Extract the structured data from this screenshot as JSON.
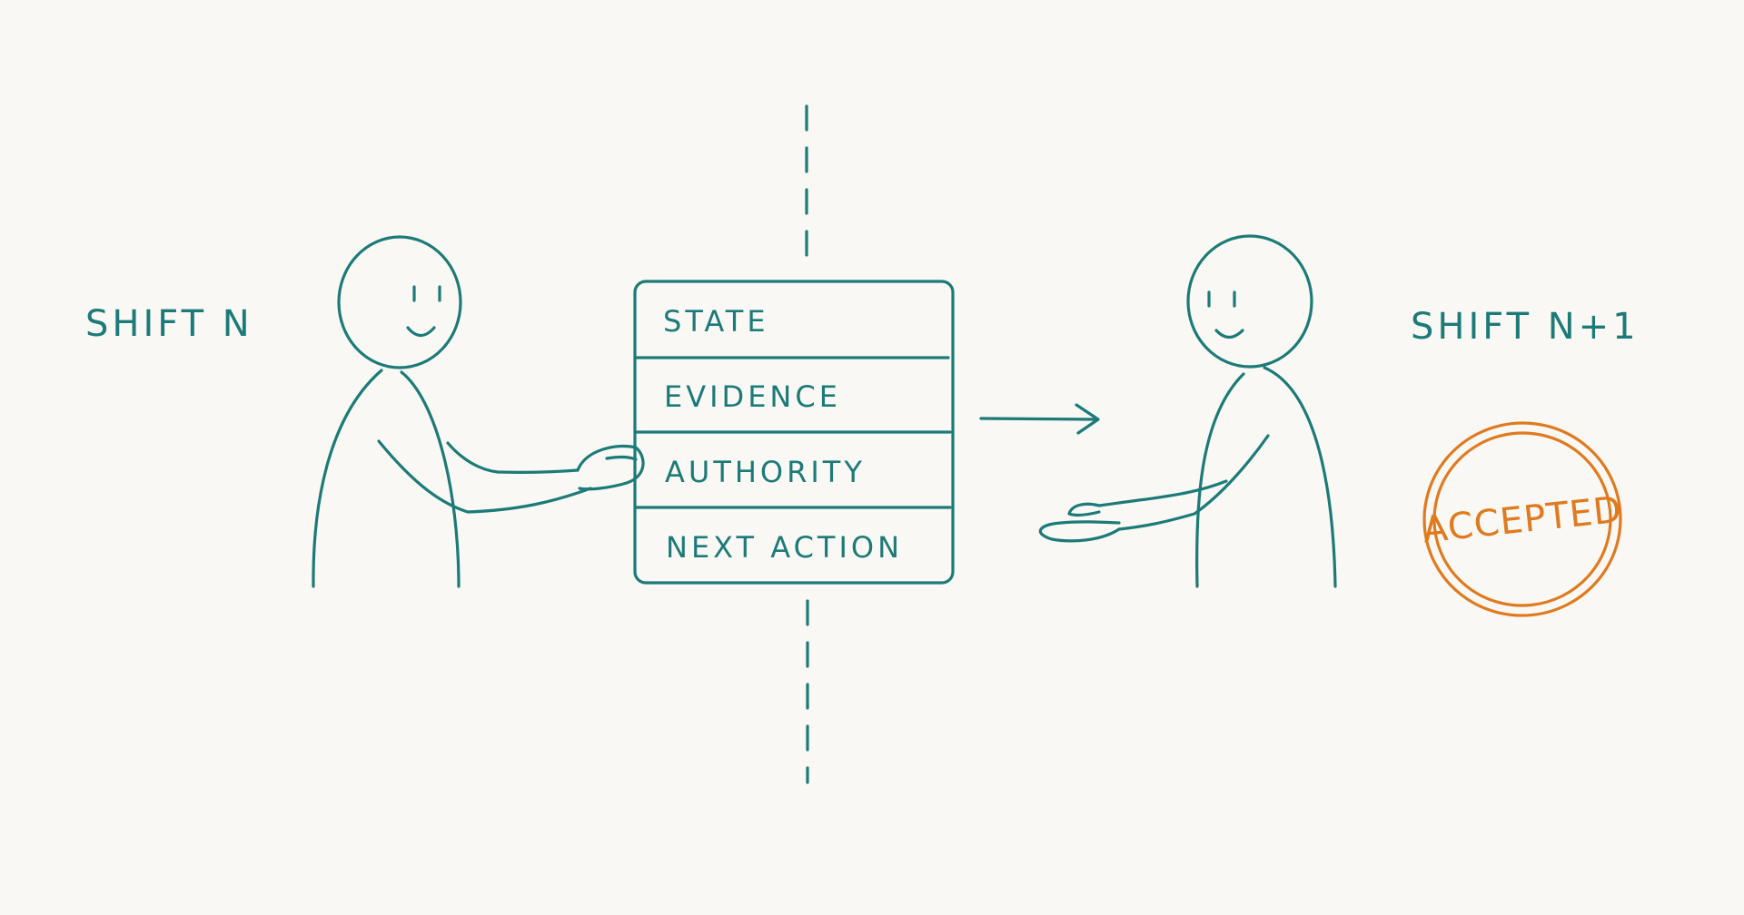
{
  "left_label": "SHIFT N",
  "right_label": "SHIFT N+1",
  "handoff_rows": [
    "STATE",
    "EVIDENCE",
    "AUTHORITY",
    "NEXT ACTION"
  ],
  "stamp_text": "ACCEPTED",
  "colors": {
    "ink": "#1c7a78",
    "stamp": "#e07a1f",
    "background": "#f9f8f4"
  }
}
